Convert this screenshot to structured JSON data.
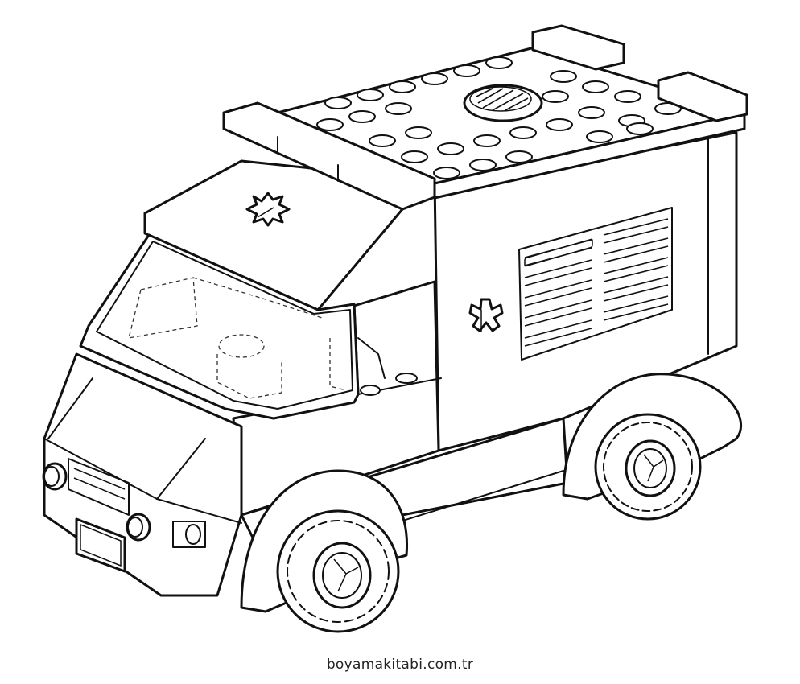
{
  "illustration": {
    "subject": "Toy brick ambulance van coloring page",
    "style": "black line art on white",
    "colors": {
      "line": "#111111",
      "background": "#ffffff",
      "caption": "#222222"
    },
    "elements": [
      "roof-studs",
      "roof-hatch",
      "light-bars",
      "star-of-life-emblems",
      "side-vent-grille",
      "windshield",
      "headlights",
      "license-plate",
      "front-wheel",
      "rear-wheel"
    ]
  },
  "watermark": {
    "text": "boyamakitabi.com.tr"
  }
}
